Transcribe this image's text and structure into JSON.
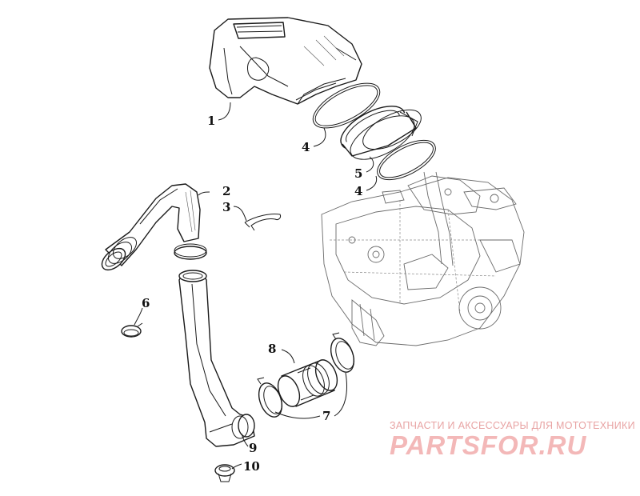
{
  "callouts": {
    "c1": "1",
    "c2": "2",
    "c3": "3",
    "c4a": "4",
    "c4b": "4",
    "c5": "5",
    "c6": "6",
    "c7": "7",
    "c8": "8",
    "c9": "9",
    "c10": "10"
  },
  "watermark": {
    "tagline": "ЗАПЧАСТИ И АКСЕССУАРЫ ДЛЯ МОТОТЕХНИКИ",
    "logo": "PARTSFOR.RU"
  }
}
